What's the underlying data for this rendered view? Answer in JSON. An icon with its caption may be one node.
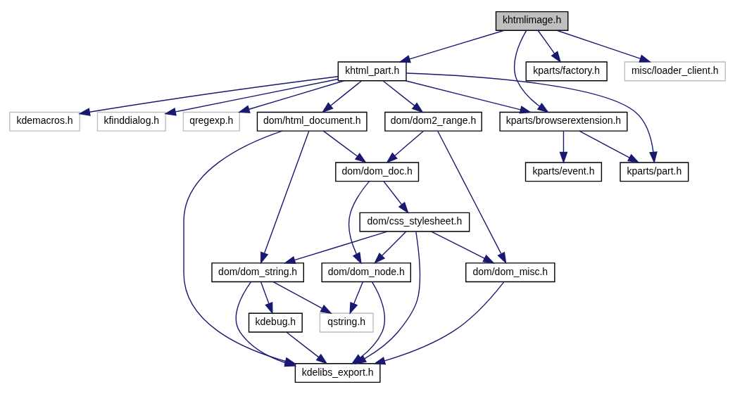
{
  "diagram": {
    "nodes": [
      {
        "text": [
          "khtmlimage.h"
        ]
      },
      {
        "text": [
          "khtml_part.h"
        ]
      },
      {
        "text": [
          "kparts/factory.h"
        ]
      },
      {
        "text": [
          "misc/loader_client.h"
        ]
      },
      {
        "text": [
          "kdemacros.h"
        ]
      },
      {
        "text": [
          "kfinddialog.h"
        ]
      },
      {
        "text": [
          "qregexp.h"
        ]
      },
      {
        "text": [
          "dom/html_document.h"
        ]
      },
      {
        "text": [
          "dom/dom2_range.h"
        ]
      },
      {
        "text": [
          "kparts/browserextension.h"
        ]
      },
      {
        "text": [
          "kparts/part.h"
        ]
      },
      {
        "text": [
          "kparts/event.h"
        ]
      },
      {
        "text": [
          "dom/dom_doc.h"
        ]
      },
      {
        "text": [
          "dom/css_stylesheet.h"
        ]
      },
      {
        "text": [
          "dom/dom_string.h"
        ]
      },
      {
        "text": [
          "dom/dom_node.h"
        ]
      },
      {
        "text": [
          "dom/dom_misc.h"
        ]
      },
      {
        "text": [
          "kdebug.h"
        ]
      },
      {
        "text": [
          "qstring.h"
        ]
      },
      {
        "text": [
          "kdelibs_export.h"
        ]
      }
    ],
    "edges": [
      {
        "from": 0,
        "to": 1,
        "arrow": "to"
      },
      {
        "from": 0,
        "to": 9,
        "arrow": "to"
      },
      {
        "from": 0,
        "to": 2,
        "arrow": "to"
      },
      {
        "from": 0,
        "to": 3,
        "arrow": "to"
      },
      {
        "from": 1,
        "to": 4,
        "arrow": "to"
      },
      {
        "from": 1,
        "to": 5,
        "arrow": "to"
      },
      {
        "from": 1,
        "to": 6,
        "arrow": "to"
      },
      {
        "from": 1,
        "to": 7,
        "arrow": "to"
      },
      {
        "from": 1,
        "to": 8,
        "arrow": "to"
      },
      {
        "from": 1,
        "to": 9,
        "arrow": "to"
      },
      {
        "from": 1,
        "to": 10,
        "arrow": "to"
      },
      {
        "from": 7,
        "to": 19,
        "arrow": "to"
      },
      {
        "from": 7,
        "to": 14,
        "arrow": "to"
      },
      {
        "from": 7,
        "to": 12,
        "arrow": "to"
      },
      {
        "from": 8,
        "to": 12,
        "arrow": "to"
      },
      {
        "from": 8,
        "to": 16,
        "arrow": "to"
      },
      {
        "from": 9,
        "to": 10,
        "arrow": "to"
      },
      {
        "from": 9,
        "to": 11,
        "arrow": "to"
      },
      {
        "from": 12,
        "to": 15,
        "arrow": "to"
      },
      {
        "from": 12,
        "to": 13,
        "arrow": "to"
      },
      {
        "from": 13,
        "to": 14,
        "arrow": "to"
      },
      {
        "from": 13,
        "to": 15,
        "arrow": "to"
      },
      {
        "from": 13,
        "to": 19,
        "arrow": "to"
      },
      {
        "from": 13,
        "to": 16,
        "arrow": "to"
      },
      {
        "from": 14,
        "to": 17,
        "arrow": "to"
      },
      {
        "from": 14,
        "to": 19,
        "arrow": "to"
      },
      {
        "from": 14,
        "to": 18,
        "arrow": "to"
      },
      {
        "from": 15,
        "to": 18,
        "arrow": "to"
      },
      {
        "from": 15,
        "to": 19,
        "arrow": "to"
      },
      {
        "from": 16,
        "to": 19,
        "arrow": "to"
      },
      {
        "from": 17,
        "to": 19,
        "arrow": "to"
      }
    ]
  }
}
